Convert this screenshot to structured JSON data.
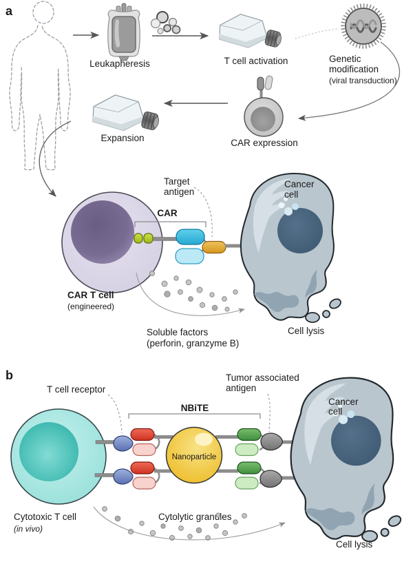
{
  "figure": {
    "panel_a": {
      "label": "a",
      "leukapheresis": "Leukapheresis",
      "t_cell_activation": "T cell activation",
      "genetic_modification": [
        "Genetic",
        "modification",
        "(viral transduction)"
      ],
      "car_expression": "CAR expression",
      "expansion": "Expansion",
      "car": "CAR",
      "target_antigen": [
        "Target",
        "antigen"
      ],
      "cancer_cell": [
        "Cancer",
        "cell"
      ],
      "car_t_cell": "CAR T cell",
      "car_t_cell_sub": "(engineered)",
      "soluble_factors": [
        "Soluble factors",
        "(perforin, granzyme B)"
      ],
      "cell_lysis": "Cell lysis"
    },
    "panel_b": {
      "label": "b",
      "t_cell_receptor": "T cell receptor",
      "nbite": "NBiTE",
      "nanoparticle": "Nanoparticle",
      "tumor_associated_antigen": [
        "Tumor associated",
        "antigen"
      ],
      "cancer_cell": [
        "Cancer",
        "cell"
      ],
      "cytotoxic_t_cell": "Cytotoxic T cell",
      "cytotoxic_t_cell_sub": "(in vivo)",
      "cytolytic_granules": "Cytolytic granules",
      "cell_lysis": "Cell lysis"
    },
    "colors": {
      "car_t_cell_body": "#dbd7e6",
      "car_t_cell_nucleus": "#7d7198",
      "cancer_cell_body": "#b9c6ce",
      "cancer_cell_nucleus": "#47627a",
      "cytotoxic_t_cell_body": "#a7e4e0",
      "cytotoxic_t_cell_nucleus": "#45bdb4",
      "nanoparticle_gold": "#f2c53a",
      "car_scfv_cyan": "#4cc4e8",
      "car_anchor_green": "#b5cc2e",
      "target_antigen_orange": "#dfa83c",
      "tcr_blue": "#7289c4",
      "scfv_red": "#dd4a3a",
      "scfv_pink": "#f6cfca",
      "scfv_green": "#4f9f4c",
      "scfv_light_green": "#c5e9bb",
      "antigen_gray": "#8a8a8a",
      "arrow_gray": "#5a5a5a",
      "text": "#1a1a1a"
    }
  }
}
